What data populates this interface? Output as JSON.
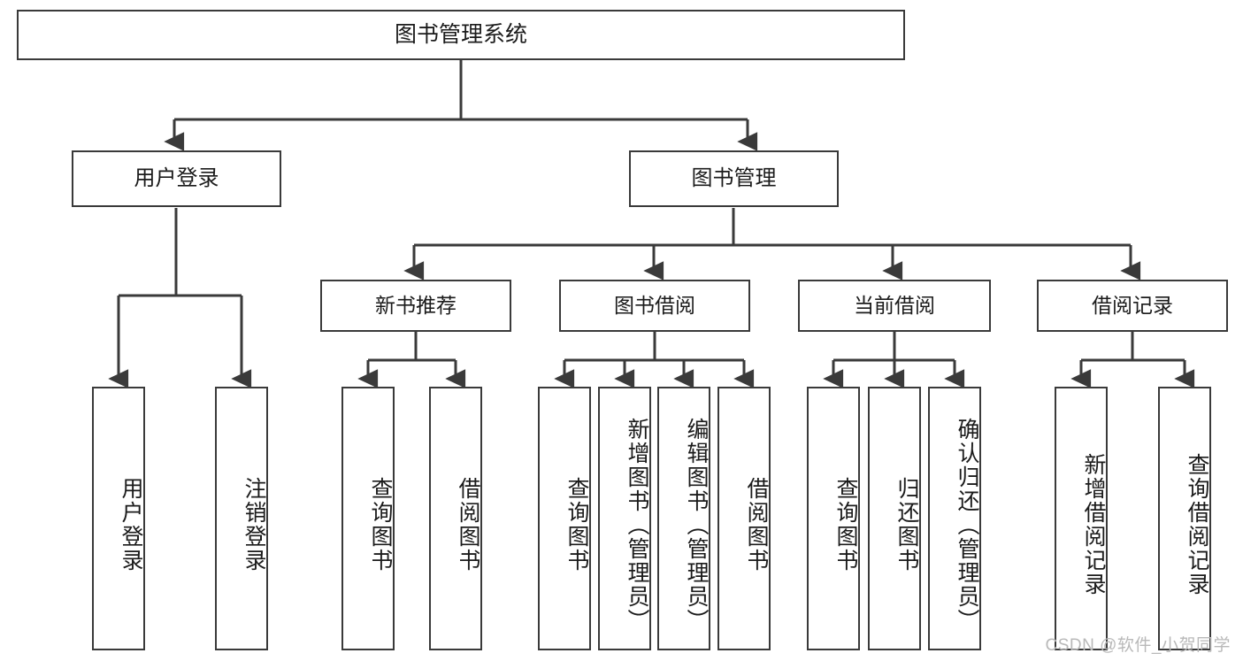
{
  "diagram": {
    "title": "图书管理系统",
    "type": "hierarchy-tree",
    "root": {
      "label": "图书管理系统"
    },
    "level2": [
      {
        "label": "用户登录"
      },
      {
        "label": "图书管理"
      }
    ],
    "level3": [
      {
        "label": "新书推荐"
      },
      {
        "label": "图书借阅"
      },
      {
        "label": "当前借阅"
      },
      {
        "label": "借阅记录"
      }
    ],
    "leaves": {
      "user_login": [
        {
          "label": "用户登录"
        },
        {
          "label": "注销登录"
        }
      ],
      "new_book_recommend": [
        {
          "label": "查询图书"
        },
        {
          "label": "借阅图书"
        }
      ],
      "book_borrow": [
        {
          "label": "查询图书"
        },
        {
          "label": "新增图书（管理员）"
        },
        {
          "label": "编辑图书（管理员）"
        },
        {
          "label": "借阅图书"
        }
      ],
      "current_borrow": [
        {
          "label": "查询图书"
        },
        {
          "label": "归还图书"
        },
        {
          "label": "确认归还（管理员）"
        }
      ],
      "borrow_record": [
        {
          "label": "新增借阅记录"
        },
        {
          "label": "查询借阅记录"
        }
      ]
    }
  },
  "watermark": {
    "text": "CSDN @软件_小贺同学"
  },
  "colors": {
    "stroke": "#3a3a3a",
    "text": "#1b1b1b",
    "background": "#ffffff",
    "watermark": "#b9b9b9"
  }
}
